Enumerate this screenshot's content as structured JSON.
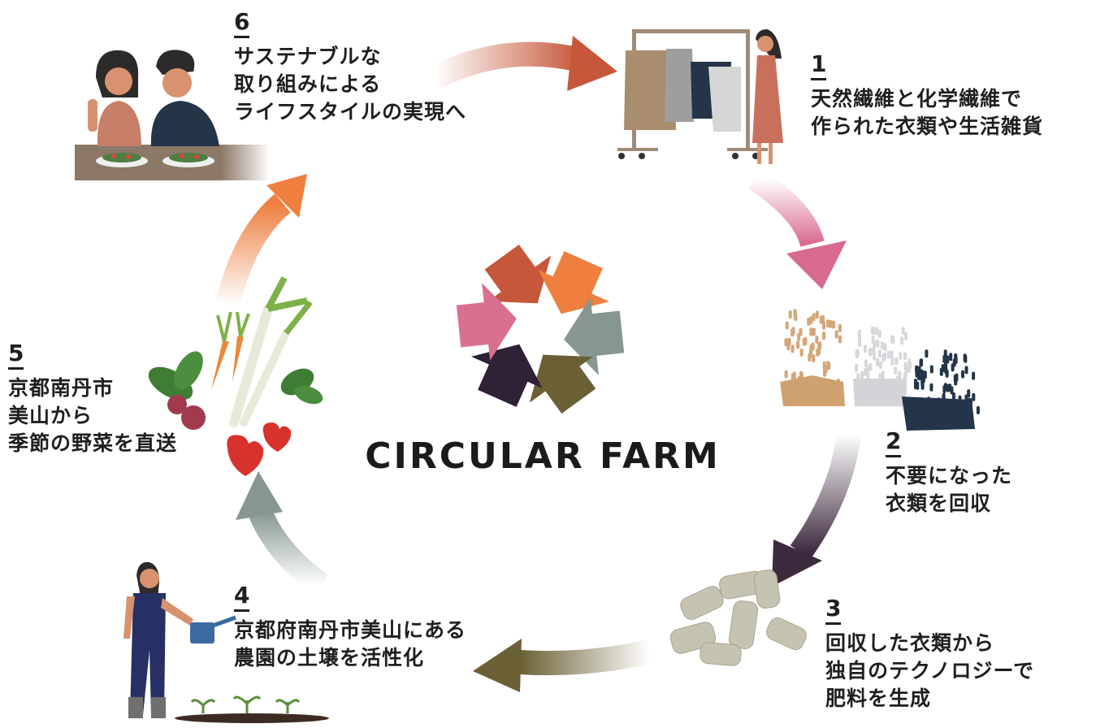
{
  "brand": "CIRCULAR FARM",
  "steps": [
    {
      "num": "1",
      "lines": [
        "天然繊維と化学繊維で",
        "作られた衣類や生活雑貨"
      ]
    },
    {
      "num": "2",
      "lines": [
        "不要になった",
        "衣類を回収"
      ]
    },
    {
      "num": "3",
      "lines": [
        "回収した衣類から",
        "独自のテクノロジーで",
        "肥料を生成"
      ]
    },
    {
      "num": "4",
      "lines": [
        "京都府南丹市美山にある",
        "農園の土壌を活性化"
      ]
    },
    {
      "num": "5",
      "lines": [
        "京都南丹市",
        "美山から",
        "季節の野菜を直送"
      ]
    },
    {
      "num": "6",
      "lines": [
        "サステナブルな",
        "取り組みによる",
        "ライフスタイルの実現へ"
      ]
    }
  ],
  "colors": {
    "logo": [
      "#c6573a",
      "#ee7f3f",
      "#87978f",
      "#6b6035",
      "#2f2236",
      "#d9718e"
    ],
    "arrow_1_2": "#d96a8f",
    "arrow_2_3": "#3e2a3e",
    "arrow_3_4": "#6b6035",
    "arrow_4_5": "#87978f",
    "arrow_5_6": "#ee7f3f",
    "arrow_6_1": "#c6573a"
  },
  "icons": [
    "couple-eating-icon",
    "clothes-rack-icon",
    "shredded-clothes-icon",
    "fertilizer-pellets-icon",
    "gardener-watering-icon",
    "vegetables-icon"
  ]
}
